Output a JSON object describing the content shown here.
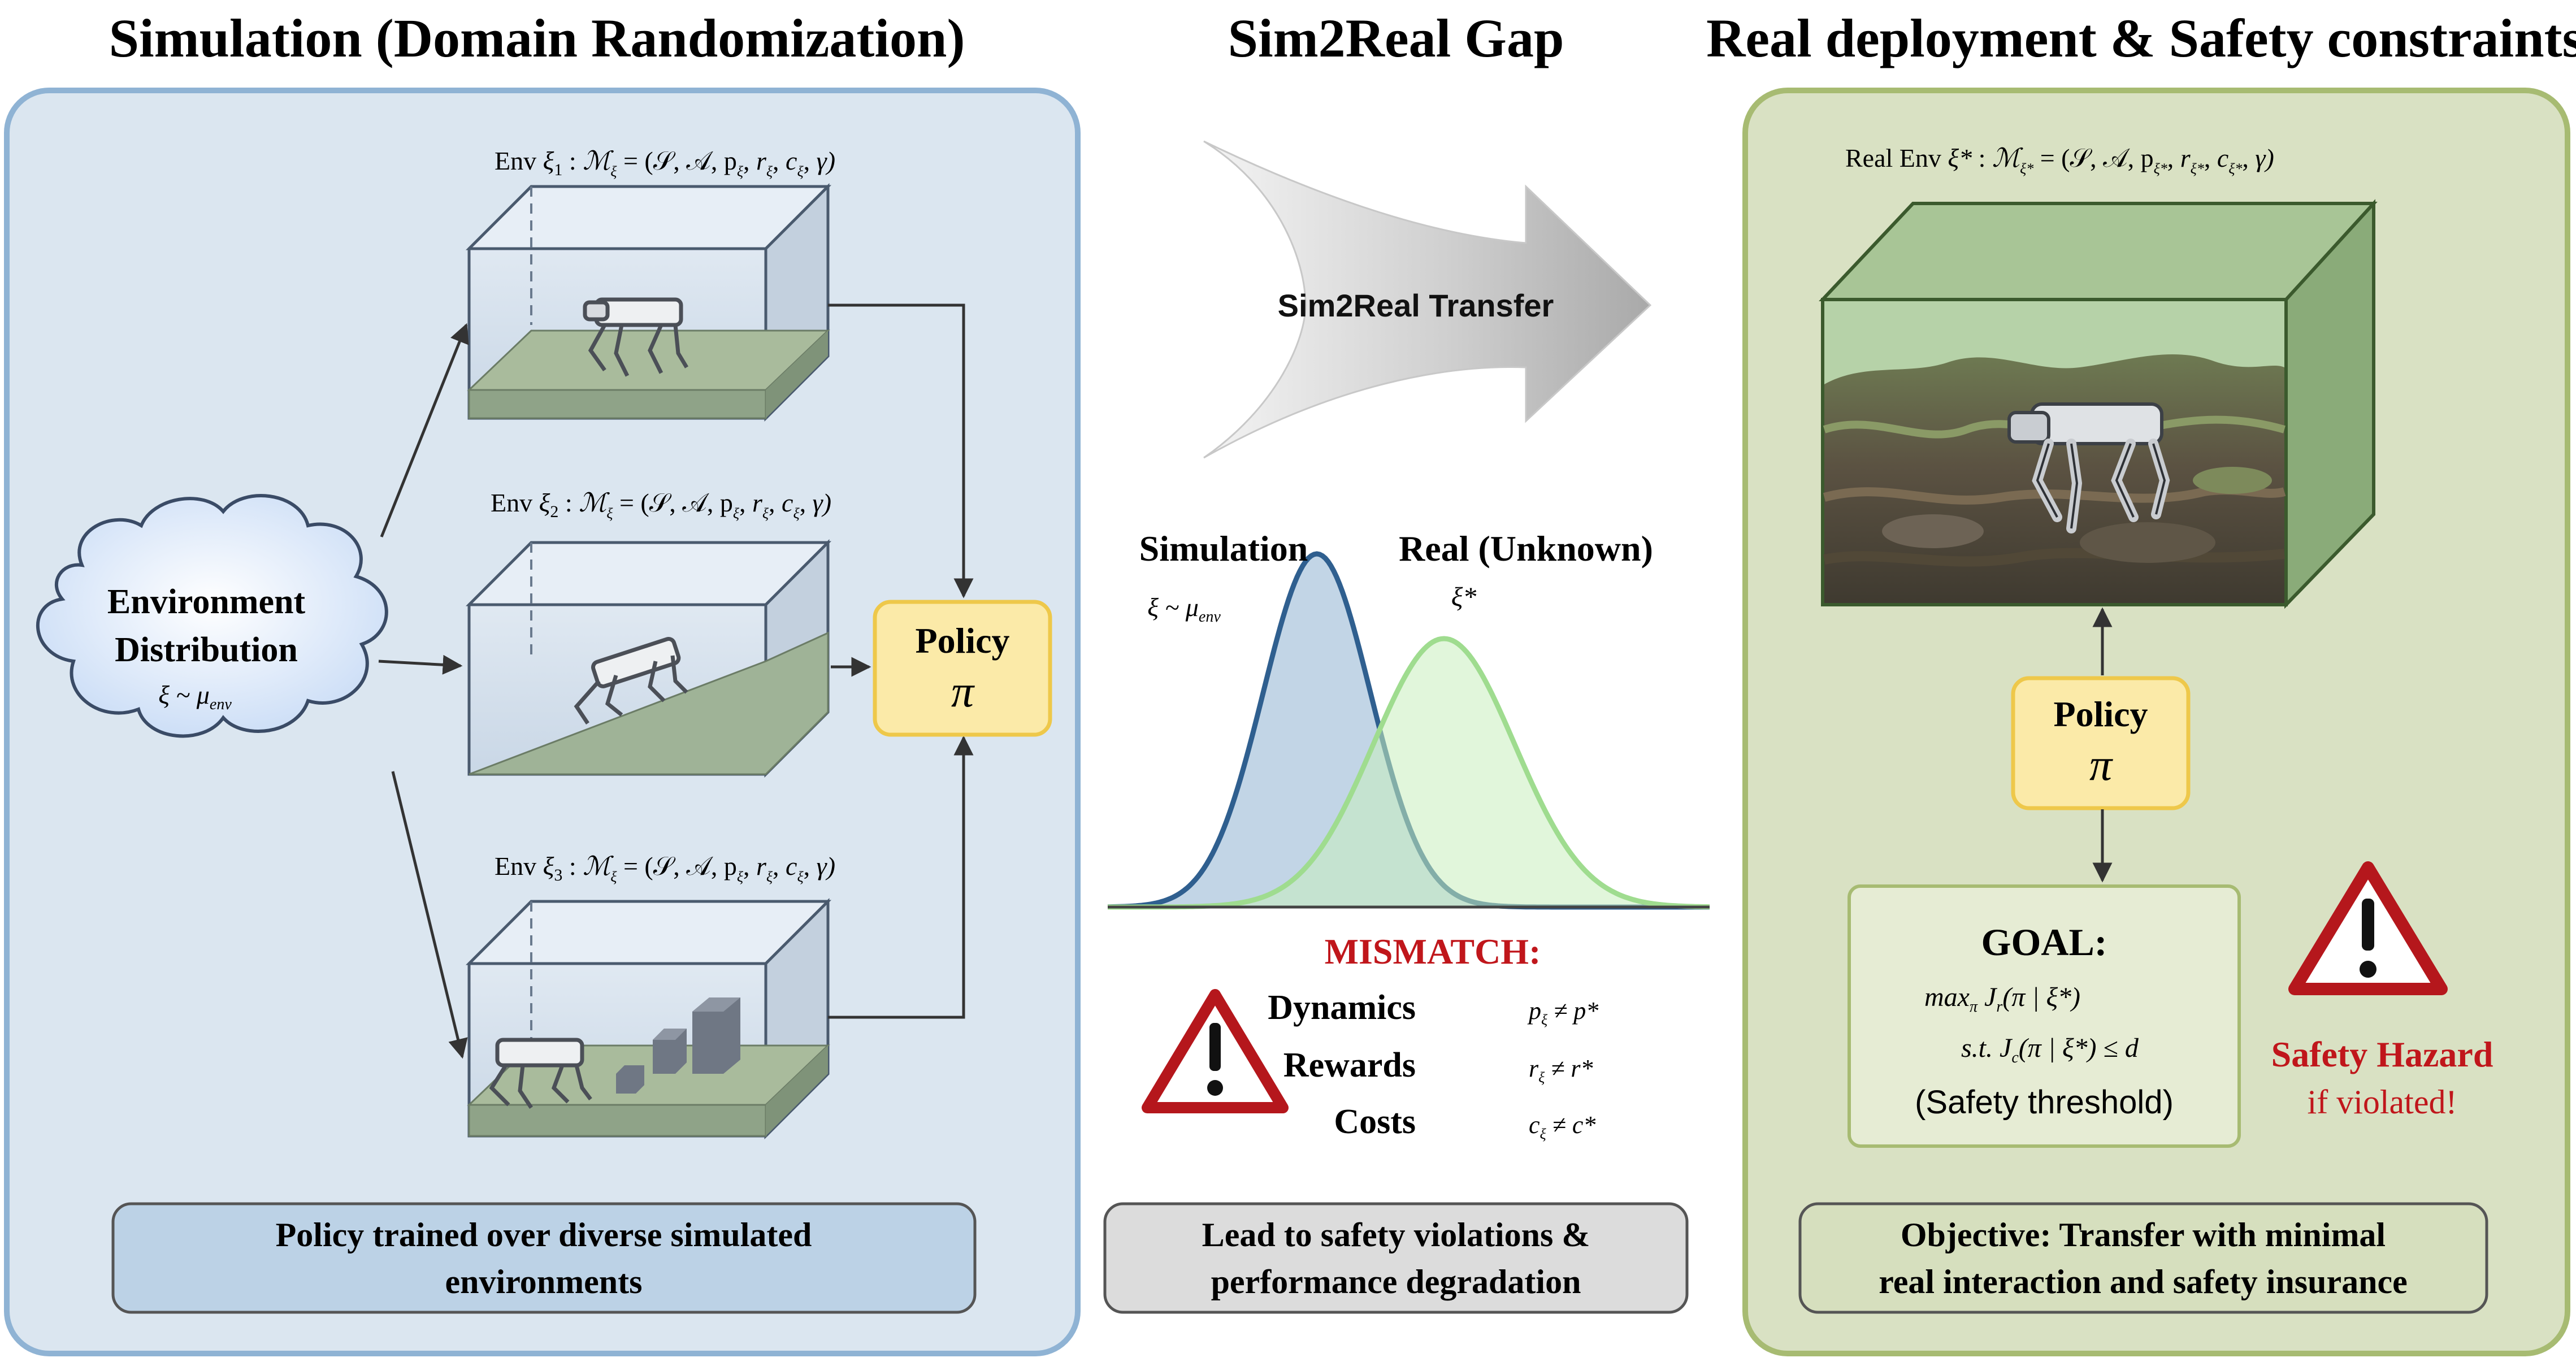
{
  "headers": {
    "sim": "Simulation (Domain Randomization)",
    "gap": "Sim2Real Gap",
    "real": "Real deployment & Safety constraints"
  },
  "sim_panel": {
    "envs": [
      {
        "prefix": "Env ",
        "sub": "1"
      },
      {
        "prefix": "Env ",
        "sub": "2"
      },
      {
        "prefix": "Env ",
        "sub": "3"
      }
    ],
    "xi": "ξ",
    "mdp_lhs": "ℳ",
    "mdp_rhs": "= (𝒮, 𝒜, p",
    "r_sym": "r",
    "c_sym": "c",
    "gamma": "γ)",
    "cloud_line1": "Environment",
    "cloud_line2": "Distribution",
    "cloud_formula": "ξ ~ μ",
    "cloud_formula_sub": "env",
    "policy_label": "Policy",
    "policy_symbol": "π",
    "caption_line1": "Policy trained over diverse simulated",
    "caption_line2": "environments"
  },
  "gap_panel": {
    "transfer_label": "Sim2Real Transfer",
    "sim_label": "Simulation",
    "sim_formula": "ξ ~ μ",
    "sim_formula_sub": "env",
    "real_label": "Real (Unknown)",
    "real_formula": "ξ*",
    "mismatch_title": "MISMATCH:",
    "mismatch": [
      {
        "label": "Dynamics",
        "sym": "p",
        "rhs": "≠ p*"
      },
      {
        "label": "Rewards",
        "sym": "r",
        "rhs": "≠ r*"
      },
      {
        "label": "Costs",
        "sym": "c",
        "rhs": "≠ c*"
      }
    ],
    "caption_line1": "Lead to safety violations &",
    "caption_line2": "performance degradation"
  },
  "real_panel": {
    "env_formula_prefix": "Real Env ",
    "env_formula_xi": "ξ*",
    "policy_label": "Policy",
    "policy_symbol": "π",
    "goal_title": "GOAL:",
    "goal_line1": "max",
    "goal_line1_rest": "(π | ξ*)",
    "goal_line2_st": "s.t.",
    "goal_line2_rest": "(π | ξ*) ≤ d",
    "goal_note": "(Safety threshold)",
    "hazard_line1": "Safety Hazard",
    "hazard_line2": "if violated!",
    "caption_line1": "Objective: Transfer with minimal",
    "caption_line2": "real interaction and safety insurance"
  },
  "colors": {
    "sim_bg": "#dbe6f0",
    "sim_border": "#8fb3d4",
    "real_bg": "#d9e1c3",
    "real_border": "#a7bb72",
    "policy_fill": "#fbeaa8",
    "policy_stroke": "#eec84a",
    "sim_curve": "#2f5f8f",
    "real_curve": "#9fdc8f",
    "warning_red": "#c0161b"
  }
}
